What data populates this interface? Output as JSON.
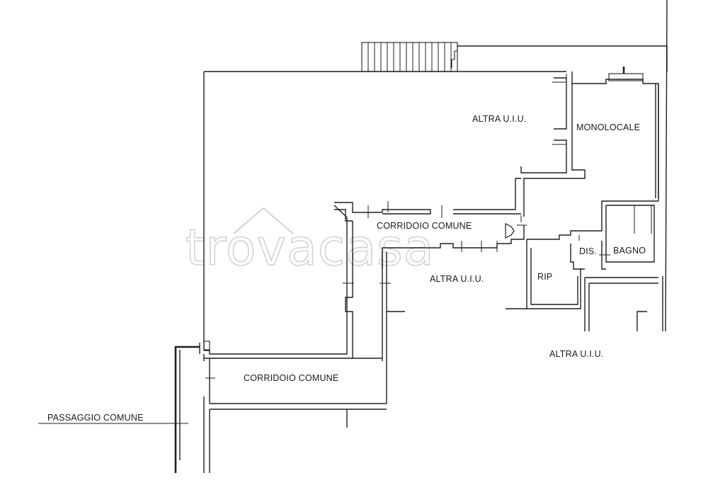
{
  "watermark": {
    "text": "trovacasa",
    "icon": "house-roof-icon",
    "color": "#d3d3d3"
  },
  "rooms": {
    "altra_uiu_top": "ALTRA U.I.U.",
    "monolocale": "MONOLOCALE",
    "corridoio_comune_upper": "CORRIDOIO COMUNE",
    "dis": "DIS.",
    "bagno": "BAGNO",
    "rip": "RIP",
    "altra_uiu_mid": "ALTRA U.I.U.",
    "altra_uiu_right": "ALTRA U.I.U.",
    "corridoio_comune_lower": "CORRIDOIO COMUNE",
    "passaggio_comune": "PASSAGGIO COMUNE"
  },
  "colors": {
    "line": "#1f1f1f",
    "text": "#1a1a1a",
    "background": "#ffffff"
  }
}
